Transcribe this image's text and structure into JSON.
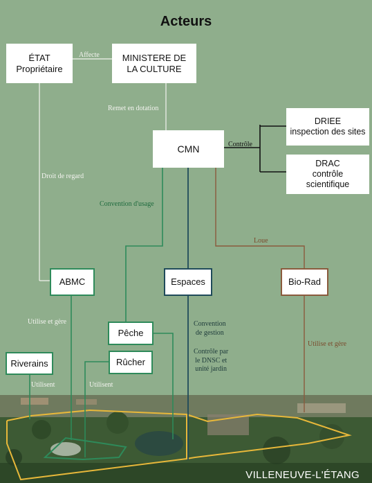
{
  "title": "Acteurs",
  "nodes": {
    "etat": "ÉTAT\nPropriétaire",
    "ministere": "MINISTERE DE\nLA CULTURE",
    "cmn": "CMN",
    "driee": "DRIEE\ninspection des sites",
    "drac": "DRAC\ncontrôle\nscientifique",
    "abmc": "ABMC",
    "espaces": "Espaces",
    "biorad": "Bio-Rad",
    "peche": "Pêche",
    "rucher": "Rûcher",
    "riverains": "Riverains"
  },
  "edges": {
    "affecte": "Affecte",
    "remet": "Remet en dotation",
    "controle": "Contrôle",
    "droit": "Droit de regard",
    "convention_usage": "Convention d'usage",
    "loue": "Loue",
    "utilise_gere_abmc": "Utilise et gère",
    "convention_gestion": "Convention\nde gestion",
    "controle_dnsc": "Contrôle par\nle DNSC et\nunité jardin",
    "utilise_gere_biorad": "Utilise  et  gère",
    "utilisent_riverains": "Utilisent",
    "utilisent_rucher": "Utilisent"
  },
  "caption": "VILLENEUVE-L'ÉTANG",
  "colors": {
    "background": "#8fae8c",
    "node_fill": "#ffffff",
    "green_dark": "#2e8a5a",
    "blue_dark": "#1f4a5a",
    "brown": "#8a5a3c",
    "yellow_border": "#e8b83a",
    "label_white": "#f4f4f0",
    "label_green": "#1f6b3e",
    "label_dark": "#1d3a3a",
    "label_brown": "#7a4a2c"
  }
}
